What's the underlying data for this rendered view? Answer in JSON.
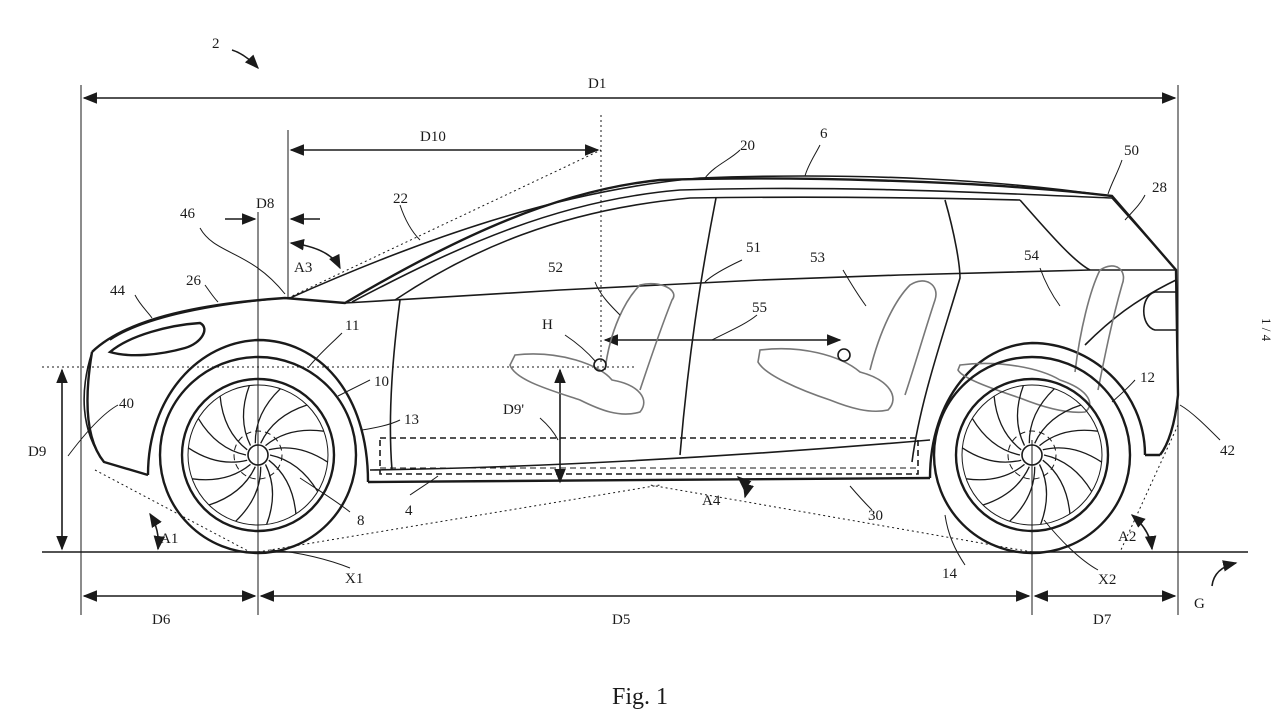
{
  "figure": {
    "caption": "Fig. 1",
    "sheet_number": "1 / 4"
  },
  "reference_numerals": {
    "n2": "2",
    "n4": "4",
    "n6": "6",
    "n8": "8",
    "n10": "10",
    "n11": "11",
    "n12": "12",
    "n13": "13",
    "n14": "14",
    "n20": "20",
    "n22": "22",
    "n26": "26",
    "n28": "28",
    "n30": "30",
    "n40": "40",
    "n42": "42",
    "n44": "44",
    "n46": "46",
    "n50": "50",
    "n51": "51",
    "n52": "52",
    "n53": "53",
    "n54": "54",
    "n55": "55"
  },
  "dimensions": {
    "D1": "D1",
    "D5": "D5",
    "D6": "D6",
    "D7": "D7",
    "D8": "D8",
    "D9": "D9",
    "D9p": "D9'",
    "D10": "D10"
  },
  "angles": {
    "A1": "A1",
    "A2": "A2",
    "A3": "A3",
    "A4": "A4"
  },
  "points": {
    "H": "H",
    "X1": "X1",
    "X2": "X2",
    "G": "G"
  }
}
